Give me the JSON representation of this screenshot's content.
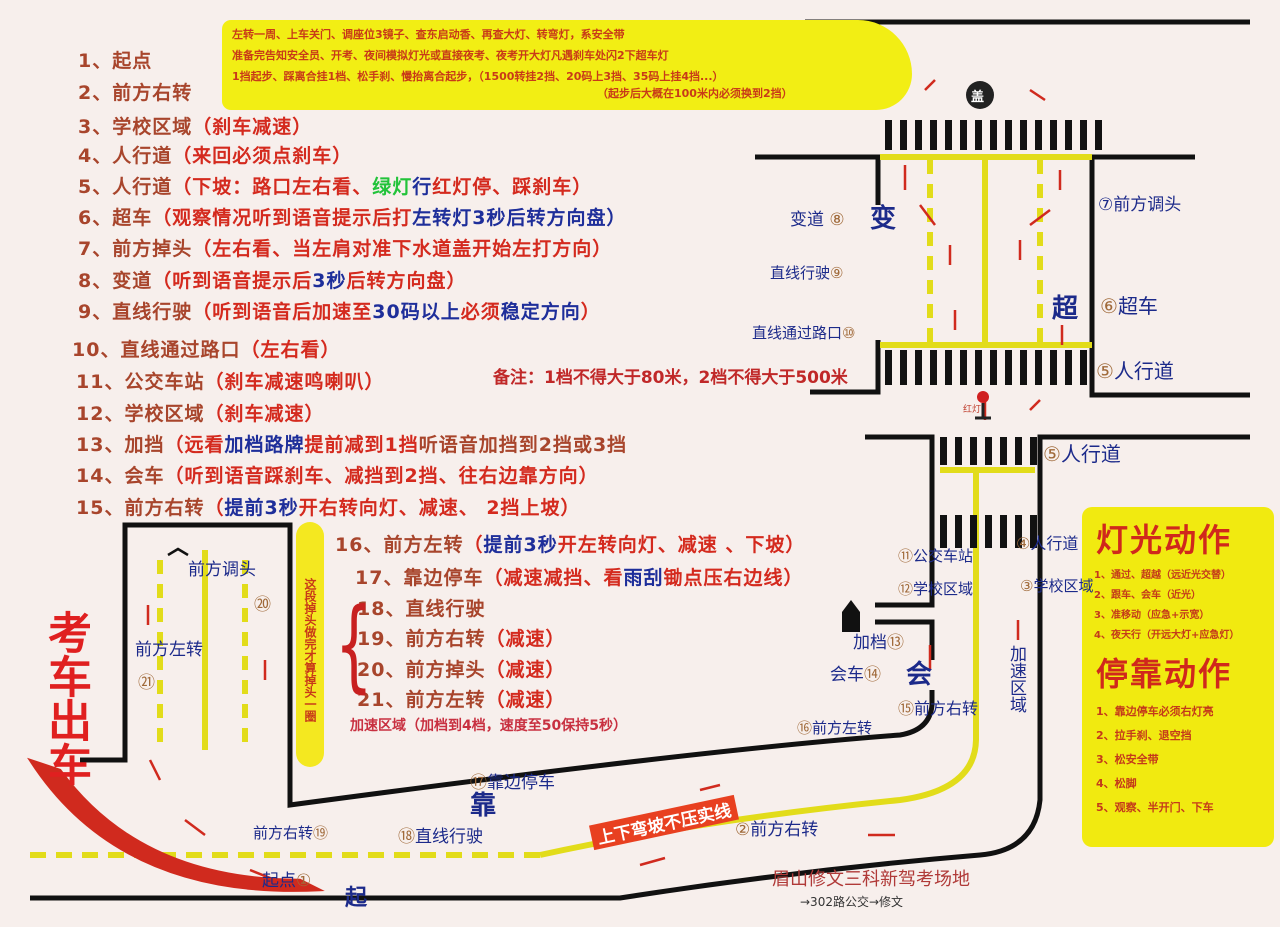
{
  "steps": [
    [
      [
        "1、起点",
        "br"
      ]
    ],
    [
      [
        "2、前方右转",
        "br"
      ]
    ],
    [
      [
        "3、学校区域",
        "br"
      ],
      [
        "（刹车减速）",
        "r"
      ]
    ],
    [
      [
        "4、人行道",
        "br"
      ],
      [
        "（来回必须点刹车）",
        "r"
      ]
    ],
    [
      [
        "5、人行道",
        "br"
      ],
      [
        "（下坡：路口左右看、",
        "r"
      ],
      [
        "绿灯",
        "g"
      ],
      [
        "行",
        "b"
      ],
      [
        "红灯停、踩刹车）",
        "r"
      ]
    ],
    [
      [
        "6、超车",
        "br"
      ],
      [
        "（观察情况听到语音提示后打",
        "r"
      ],
      [
        "左转灯3秒",
        "b"
      ],
      [
        "后转方向盘）",
        "b"
      ]
    ],
    [
      [
        "7、前方掉头",
        "br"
      ],
      [
        "（左右看、当左肩对准下水道盖开始左打方向）",
        "r"
      ]
    ],
    [
      [
        "8、变道",
        "br"
      ],
      [
        "（听到语音提示后",
        "r"
      ],
      [
        "3秒",
        "b"
      ],
      [
        "后转方向盘）",
        "r"
      ]
    ],
    [
      [
        "9、直线行驶",
        "br"
      ],
      [
        "（听到语音后加速至",
        "r"
      ],
      [
        "30码以上",
        "b"
      ],
      [
        "必须",
        "r"
      ],
      [
        "稳定方向",
        "b"
      ],
      [
        "）",
        "r"
      ]
    ],
    [
      [
        "10、直线通过路口",
        "br"
      ],
      [
        "（左右看）",
        "r"
      ]
    ],
    [
      [
        "11、公交车站",
        "br"
      ],
      [
        "（刹车减速鸣喇叭）",
        "r"
      ]
    ],
    [
      [
        "12、学校区域",
        "br"
      ],
      [
        "（刹车减速）",
        "r"
      ]
    ],
    [
      [
        "13、加挡",
        "br"
      ],
      [
        "（远看",
        "r"
      ],
      [
        "加档路牌",
        "b"
      ],
      [
        "提前减到1挡",
        "r"
      ],
      [
        "听语音加挡到2挡或3挡",
        "br"
      ]
    ],
    [
      [
        "14、会车",
        "br"
      ],
      [
        "（听到语音踩刹车、减挡到2挡、往右边靠方向）",
        "r"
      ]
    ],
    [
      [
        "15、前方右转",
        "br"
      ],
      [
        "（",
        "r"
      ],
      [
        "提前3秒",
        "b"
      ],
      [
        "开右转向灯、减速、 2挡上坡）",
        "r"
      ]
    ],
    [
      [
        "16、前方左转",
        "br"
      ],
      [
        "（",
        "r"
      ],
      [
        "提前3秒",
        "b"
      ],
      [
        "开左转向灯、减速 、下坡）",
        "r"
      ]
    ],
    [
      [
        "17、靠边停车",
        "br"
      ],
      [
        "（减速减挡、看",
        "r"
      ],
      [
        "雨刮",
        "b"
      ],
      [
        "锄点压右边线）",
        "r"
      ]
    ],
    [
      [
        "18、直线行驶",
        "br"
      ]
    ],
    [
      [
        "19、前方右转",
        "br"
      ],
      [
        "（减速）",
        "r"
      ]
    ],
    [
      [
        "20、前方掉头",
        "br"
      ],
      [
        "（减速）",
        "r"
      ]
    ],
    [
      [
        "21、前方左转",
        "br"
      ],
      [
        "（减速）",
        "r"
      ]
    ]
  ],
  "accel_note": "加速区域（加档到4档，速度至50保持5秒）",
  "bubble": [
    "左转一周、上车关门、调座位3镜子、查东启动香、再查大灯、转弯灯，系安全带",
    "准备完告知安全员、开考、夜间模拟灯光或直接夜考、夜考开大灯凡遇刹车处闪2下超车灯",
    "1挡起步、踩离合挂1档、松手刹、慢抬离合起步，（1500转挂2挡、20码上3挡、35码上挂4挡...）",
    "（起步后大概在100米内必须换到2挡）"
  ],
  "remark": "备注：1档不得大于80米，2档不得大于500米",
  "uturn_note": "这段掉头做完才算掉头一圈",
  "exam_start": "考车出车",
  "light_panel": {
    "title": "灯光动作",
    "items": [
      "1、通过、超越（远近光交替）",
      "2、跟车、会车（近光）",
      "3、准移动（应急+示宽）",
      "4、夜天行（开远大灯+应急灯）"
    ]
  },
  "stop_panel": {
    "title": "停靠动作",
    "items": [
      "1、靠边停车必须右灯亮",
      "2、拉手刹、退空挡",
      "3、松安全带",
      "4、松脚",
      "5、观察、半开门、下车"
    ]
  },
  "map_labels": {
    "l7": "前方调头",
    "n7": "⑦",
    "l8": "变道",
    "n8": "⑧",
    "b8": "变",
    "l9": "直线行驶",
    "n9": "⑨",
    "l10": "直线通过路口",
    "n10": "⑩",
    "l6": "超车",
    "n6": "⑥",
    "b6": "超",
    "l5a": "人行道",
    "n5a": "⑤",
    "l5b": "人行道",
    "n5b": "⑤",
    "l4": "人行道",
    "n4": "④",
    "l3": "学校区域",
    "n3": "③",
    "l11": "公交车站",
    "n11": "⑪",
    "l12": "学校区域",
    "n12": "⑫",
    "l13": "加档",
    "n13": "⑬",
    "l14": "会车",
    "n14": "⑭",
    "b14": "会",
    "l15": "前方右转",
    "n15": "⑮",
    "l16": "前方左转",
    "n16": "⑯",
    "l17": "靠边停车",
    "n17": "⑰",
    "b17": "靠",
    "l18": "直线行驶",
    "n18": "⑱",
    "l19": "前方右转",
    "n19": "⑲",
    "l20": "前方调头",
    "n20": "⑳",
    "l21": "前方左转",
    "n21": "㉑",
    "l2": "前方右转",
    "n2": "②",
    "l1": "起点",
    "n1": "①",
    "b1": "起",
    "accel": "加速区域",
    "no_solid": "上下弯坡不压实线",
    "light": "红灯",
    "manhole": "盖",
    "venue": "眉山修文三科新驾考场地",
    "bus": "→302路公交→修文"
  }
}
